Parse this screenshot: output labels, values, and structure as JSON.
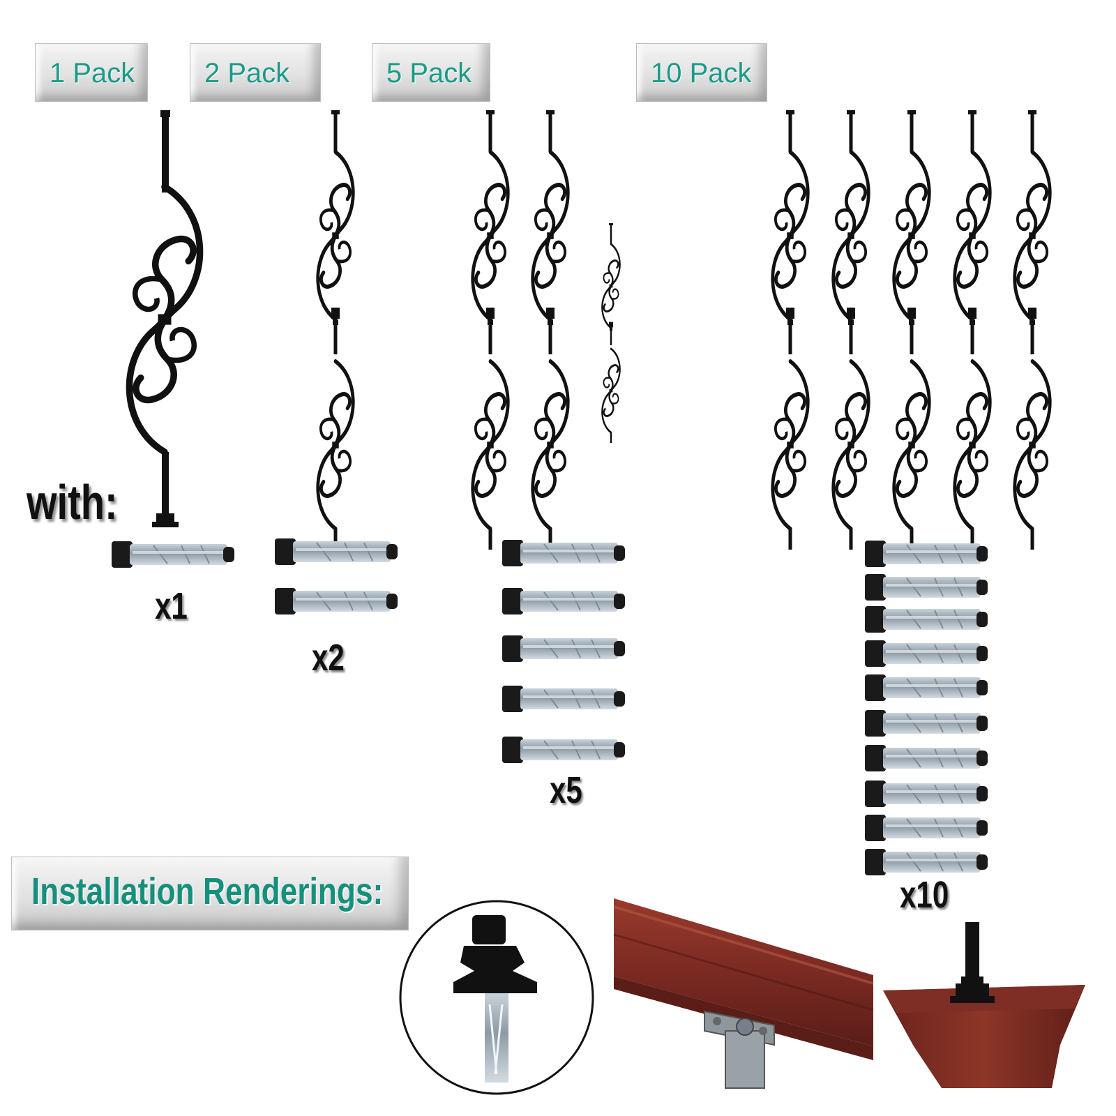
{
  "packs": [
    {
      "label": "1 Pack",
      "count_label": "x1",
      "quantity": 1
    },
    {
      "label": "2 Pack",
      "count_label": "x2",
      "quantity": 2
    },
    {
      "label": "5 Pack",
      "count_label": "x5",
      "quantity": 5
    },
    {
      "label": "10 Pack",
      "count_label": "x10",
      "quantity": 10
    }
  ],
  "with_label": "with:",
  "installation_label": "Installation Renderings:",
  "colors": {
    "tag_text": "#1a9a88",
    "baluster": "#111111",
    "anchor_metal": "#9aa6b0",
    "anchor_cap": "#1a1a1a",
    "handrail_wood": "#7a2a22"
  },
  "icons": [
    "baluster-icon",
    "anchor-bolt-icon",
    "shoe-anchor-closeup",
    "handrail-bracket-render",
    "post-base-render"
  ]
}
